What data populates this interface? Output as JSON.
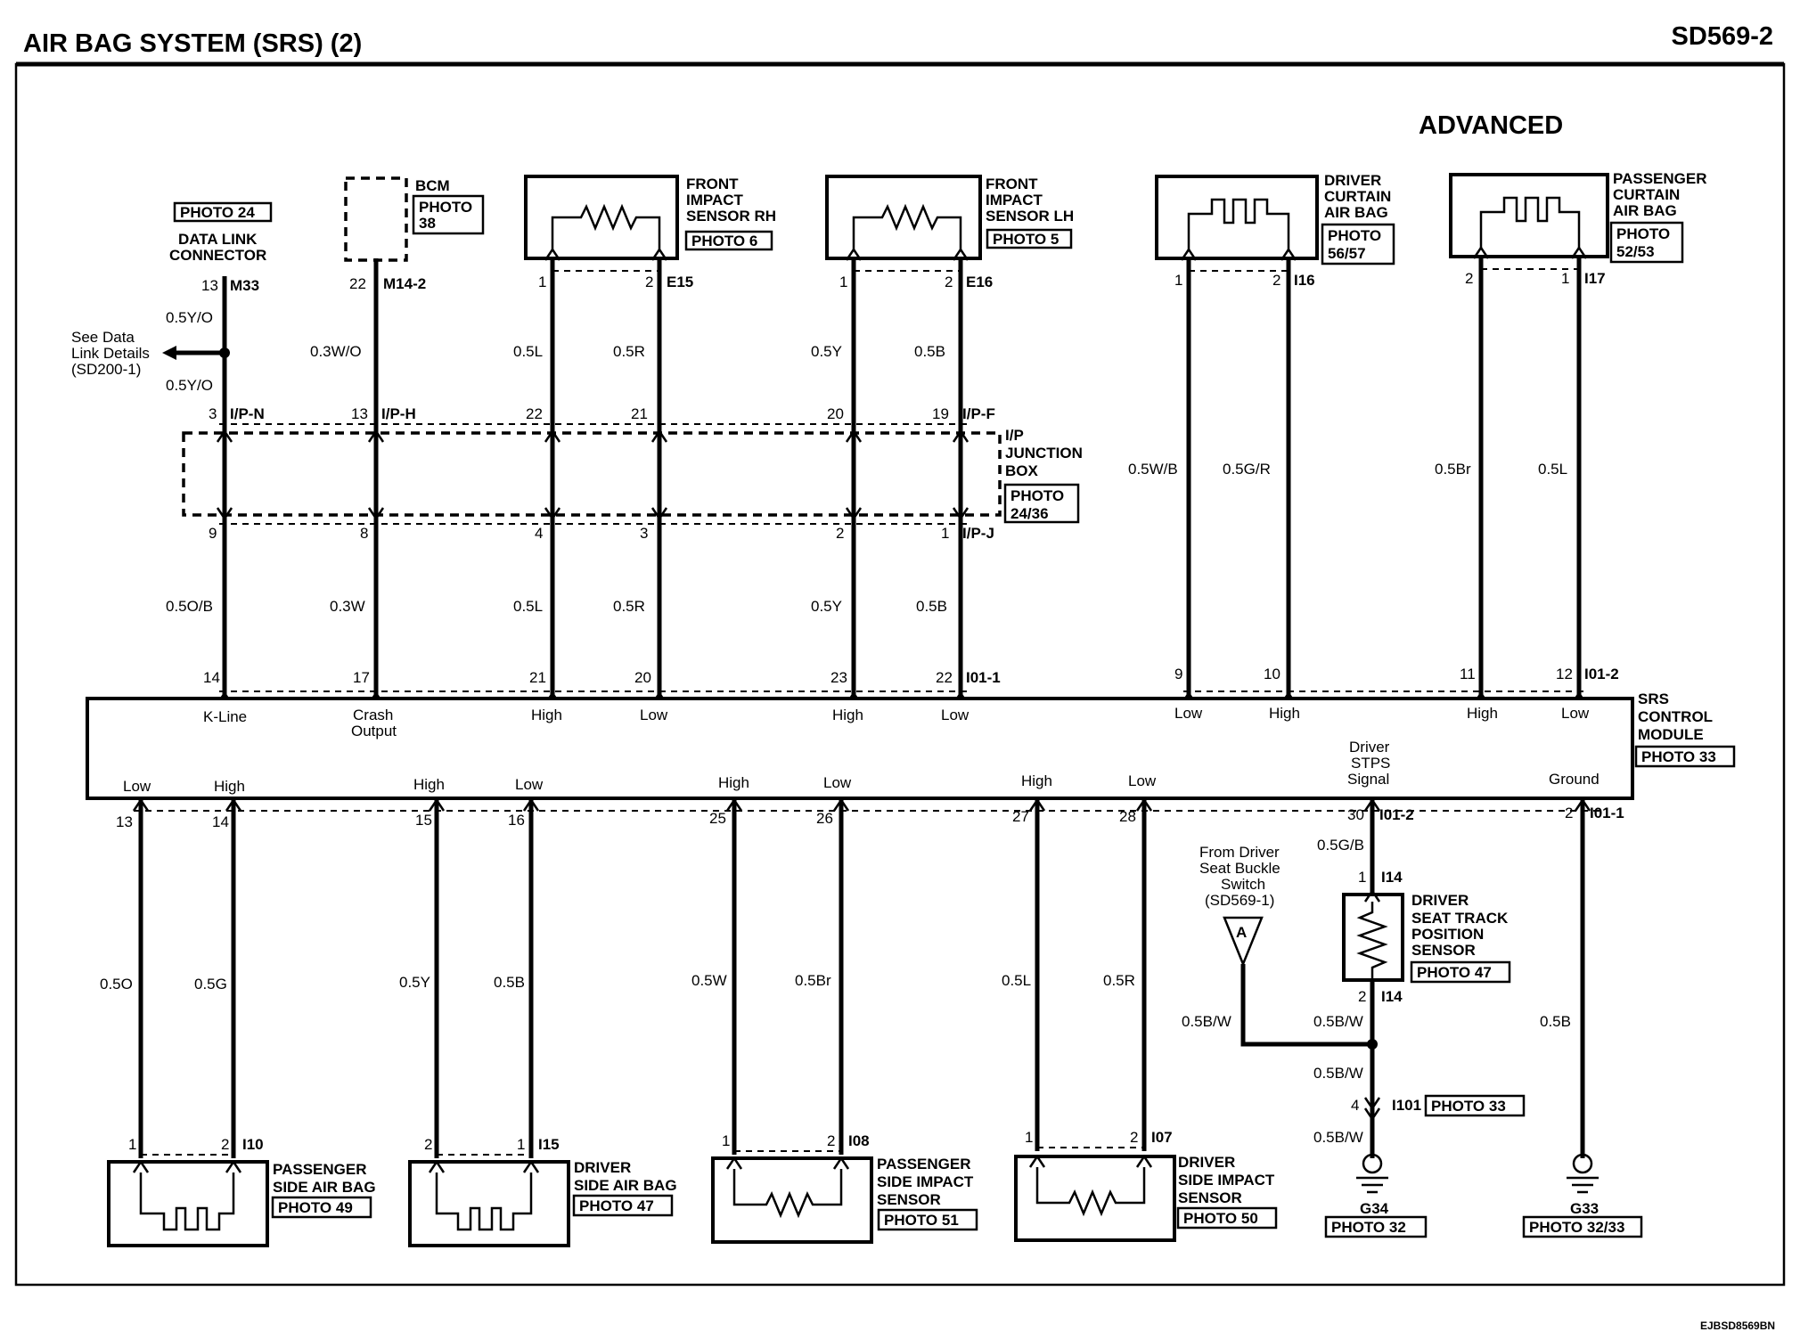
{
  "header": {
    "title": "AIR BAG SYSTEM (SRS) (2)",
    "code": "SD569-2",
    "variant": "ADVANCED"
  },
  "footer": {
    "ref": "EJBSD8569BN"
  },
  "components": {
    "dlc": {
      "photo": "PHOTO 24",
      "name1": "DATA LINK",
      "name2": "CONNECTOR",
      "conn": "M33",
      "pin": "13"
    },
    "bcm": {
      "name": "BCM",
      "photo1": "PHOTO",
      "photo2": "38",
      "conn": "M14-2",
      "pin": "22"
    },
    "fisrh": {
      "name1": "FRONT",
      "name2": "IMPACT",
      "name3": "SENSOR RH",
      "photo": "PHOTO 6",
      "conn": "E15",
      "pin_a": "1",
      "pin_b": "2"
    },
    "fislh": {
      "name1": "FRONT",
      "name2": "IMPACT",
      "name3": "SENSOR LH",
      "photo": "PHOTO 5",
      "conn": "E16",
      "pin_a": "1",
      "pin_b": "2"
    },
    "dcab": {
      "name1": "DRIVER",
      "name2": "CURTAIN",
      "name3": "AIR BAG",
      "photo1": "PHOTO",
      "photo2": "56/57",
      "conn": "I16",
      "pin_a": "1",
      "pin_b": "2"
    },
    "pcab": {
      "name1": "PASSENGER",
      "name2": "CURTAIN",
      "name3": "AIR BAG",
      "photo1": "PHOTO",
      "photo2": "52/53",
      "conn": "I17",
      "pin_a": "2",
      "pin_b": "1"
    },
    "ipjb": {
      "name1": "I/P",
      "name2": "JUNCTION",
      "name3": "BOX",
      "photo1": "PHOTO",
      "photo2": "24/36",
      "conn_top_n": "I/P-N",
      "conn_top_h": "I/P-H",
      "conn_top_f": "I/P-F",
      "conn_bot_j": "I/P-J"
    },
    "srs": {
      "name1": "SRS",
      "name2": "CONTROL",
      "name3": "MODULE",
      "photo": "PHOTO 33",
      "conn_top_1": "I01-1",
      "conn_top_2": "I01-2",
      "conn_bot_2": "I01-2",
      "conn_bot_1": "I01-1"
    },
    "psab": {
      "name1": "PASSENGER",
      "name2": "SIDE AIR BAG",
      "photo": "PHOTO 49",
      "conn": "I10",
      "pin_a": "1",
      "pin_b": "2"
    },
    "dsab": {
      "name1": "DRIVER",
      "name2": "SIDE AIR BAG",
      "photo": "PHOTO 47",
      "conn": "I15",
      "pin_a": "2",
      "pin_b": "1"
    },
    "psis": {
      "name1": "PASSENGER",
      "name2": "SIDE IMPACT",
      "name3": "SENSOR",
      "photo": "PHOTO 51",
      "conn": "I08",
      "pin_a": "1",
      "pin_b": "2"
    },
    "dsis": {
      "name1": "DRIVER",
      "name2": "SIDE IMPACT",
      "name3": "SENSOR",
      "photo": "PHOTO 50",
      "conn": "I07",
      "pin_a": "1",
      "pin_b": "2"
    },
    "dstps": {
      "name1": "DRIVER",
      "name2": "SEAT TRACK",
      "name3": "POSITION",
      "name4": "SENSOR",
      "photo": "PHOTO 47",
      "conn": "I14",
      "pin_a": "1",
      "pin_b": "2"
    },
    "i101": {
      "conn": "I101",
      "photo": "PHOTO 33",
      "pin": "4"
    },
    "g34": {
      "name": "G34",
      "photo": "PHOTO 32"
    },
    "g33": {
      "name": "G33",
      "photo": "PHOTO 32/33"
    }
  },
  "notes": {
    "dl1": "See Data",
    "dl2": "Link Details",
    "dl3": "(SD200-1)",
    "sb1": "From Driver",
    "sb2": "Seat Buckle",
    "sb3": "Switch",
    "sb4": "(SD569-1)",
    "conn_a": "A"
  },
  "wires": {
    "t1": "0.5Y/O",
    "t2": "0.5Y/O",
    "t3": "0.3W/O",
    "t4": "0.5L",
    "t5": "0.5R",
    "t6": "0.5Y",
    "t7": "0.5B",
    "t8": "0.5W/B",
    "t9": "0.5G/R",
    "t10": "0.5Br",
    "t11": "0.5L",
    "m1": "0.5O/B",
    "m2": "0.3W",
    "m3": "0.5L",
    "m4": "0.5R",
    "m5": "0.5Y",
    "m6": "0.5B",
    "b1": "0.5O",
    "b2": "0.5G",
    "b3": "0.5Y",
    "b4": "0.5B",
    "b5": "0.5W",
    "b6": "0.5Br",
    "b7": "0.5L",
    "b8": "0.5R",
    "b9": "0.5G/B",
    "b10": "0.5B/W",
    "b11": "0.5B/W",
    "b12": "0.5B/W",
    "b13": "0.5B/W",
    "b14": "0.5B"
  },
  "pins": {
    "ipn": "3",
    "iph": "13",
    "ipf_a": "22",
    "ipf_b": "21",
    "ipf_c": "20",
    "ipf_d": "19",
    "ipj_a": "9",
    "ipj_b": "8",
    "ipj_c": "4",
    "ipj_d": "3",
    "ipj_e": "2",
    "ipj_f": "1",
    "srs_t": [
      "14",
      "17",
      "21",
      "20",
      "23",
      "22",
      "9",
      "10",
      "11",
      "12"
    ],
    "srs_b": [
      "13",
      "14",
      "15",
      "16",
      "25",
      "26",
      "27",
      "28",
      "30",
      "2"
    ],
    "i14_a": "1",
    "i14_b": "2"
  },
  "terminals": {
    "top": [
      "K-Line",
      "Crash",
      "Output",
      "High",
      "Low",
      "High",
      "Low",
      "Low",
      "High",
      "High",
      "Low"
    ],
    "bottom": [
      "Low",
      "High",
      "High",
      "Low",
      "High",
      "Low",
      "High",
      "Low",
      "Driver",
      "STPS",
      "Signal",
      "Ground"
    ]
  }
}
